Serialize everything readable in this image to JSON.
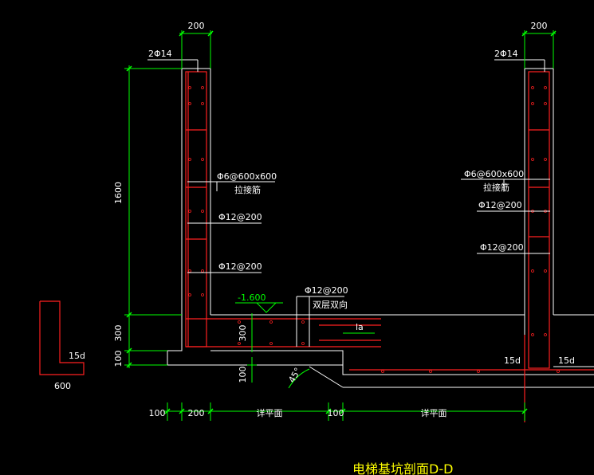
{
  "dimensions": {
    "top_left_width": "200",
    "top_right_width": "200",
    "wall_height": "1600",
    "base_height_left": "300",
    "base_height_inner": "300",
    "pad_left": "100",
    "pad_bottom": "100",
    "bottom_100_a": "100",
    "bottom_200": "200",
    "bottom_100_b": "100",
    "hook_width": "600"
  },
  "labels": {
    "top_bar_left": "2Φ14",
    "top_bar_right": "2Φ14",
    "tie_left": "Φ6@600x600",
    "tie_left_note": "拉接筋",
    "tie_right": "Φ6@600x600",
    "tie_right_note": "拉接筋",
    "rebar_left_1": "Φ12@200",
    "rebar_left_2": "Φ12@200",
    "rebar_right_1": "Φ12@200",
    "rebar_right_2": "Φ12@200",
    "base_rebar": "Φ12@200",
    "base_rebar_note": "双层双向",
    "elevation": "-1.600",
    "anchor_length": "la",
    "angle": "45°",
    "hook_15d": "15d",
    "hook_15d_center": "15d",
    "hook_15d_right": "15d",
    "face_1": "详平面",
    "face_2": "详平面",
    "title": "电梯基坑剖面D-D"
  },
  "colors": {
    "background": "#000000",
    "outline": "#ffffff",
    "rebar": "#ff2020",
    "dimension": "#00ff00",
    "title": "#ffff00"
  }
}
